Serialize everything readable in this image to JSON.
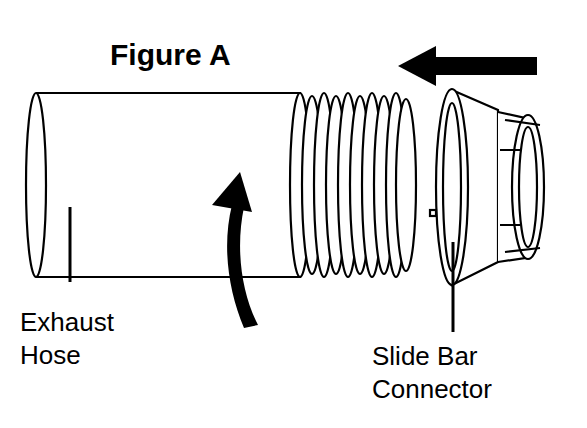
{
  "diagram": {
    "title": "Figure A",
    "labels": [
      "Exhaust Hose",
      "Slide Bar Connector"
    ]
  }
}
